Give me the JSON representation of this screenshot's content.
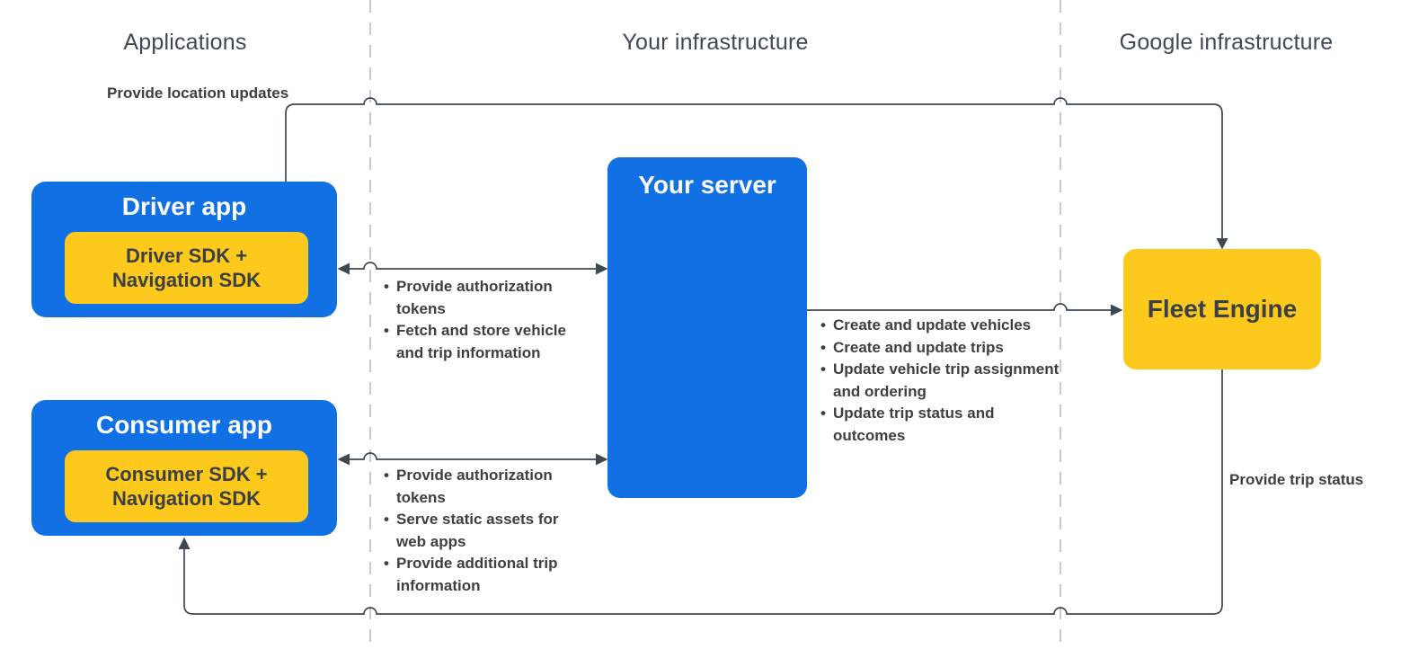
{
  "diagram": {
    "columns": [
      {
        "label": "Applications"
      },
      {
        "label": "Your infrastructure"
      },
      {
        "label": "Google infrastructure"
      }
    ],
    "nodes": {
      "driver_app": {
        "title": "Driver app",
        "sdk_label": "Driver SDK + Navigation SDK"
      },
      "consumer_app": {
        "title": "Consumer app",
        "sdk_label": "Consumer SDK + Navigation SDK"
      },
      "your_server": {
        "title": "Your server"
      },
      "fleet_engine": {
        "title": "Fleet Engine"
      }
    },
    "edges": {
      "driver_to_fleet": {
        "label": "Provide location updates"
      },
      "driver_server": {
        "bullets": [
          "Provide authorization tokens",
          "Fetch and store vehicle and trip information"
        ]
      },
      "consumer_server": {
        "bullets": [
          "Provide authorization tokens",
          "Serve static assets for web apps",
          "Provide additional trip information"
        ]
      },
      "server_to_fleet": {
        "bullets": [
          "Create and update vehicles",
          "Create and update trips",
          "Update vehicle trip assignment and ordering",
          "Update trip status and outcomes"
        ]
      },
      "fleet_to_consumer": {
        "label": "Provide trip status"
      }
    },
    "colors": {
      "box_blue": "#1170E4",
      "box_yellow": "#FCC91C",
      "connector": "#3D4852",
      "dashed_divider": "#C5CAD3",
      "text_dark": "#3C4043",
      "header_text": "#3E4956",
      "text_on_blue": "#FFFFFF"
    }
  }
}
